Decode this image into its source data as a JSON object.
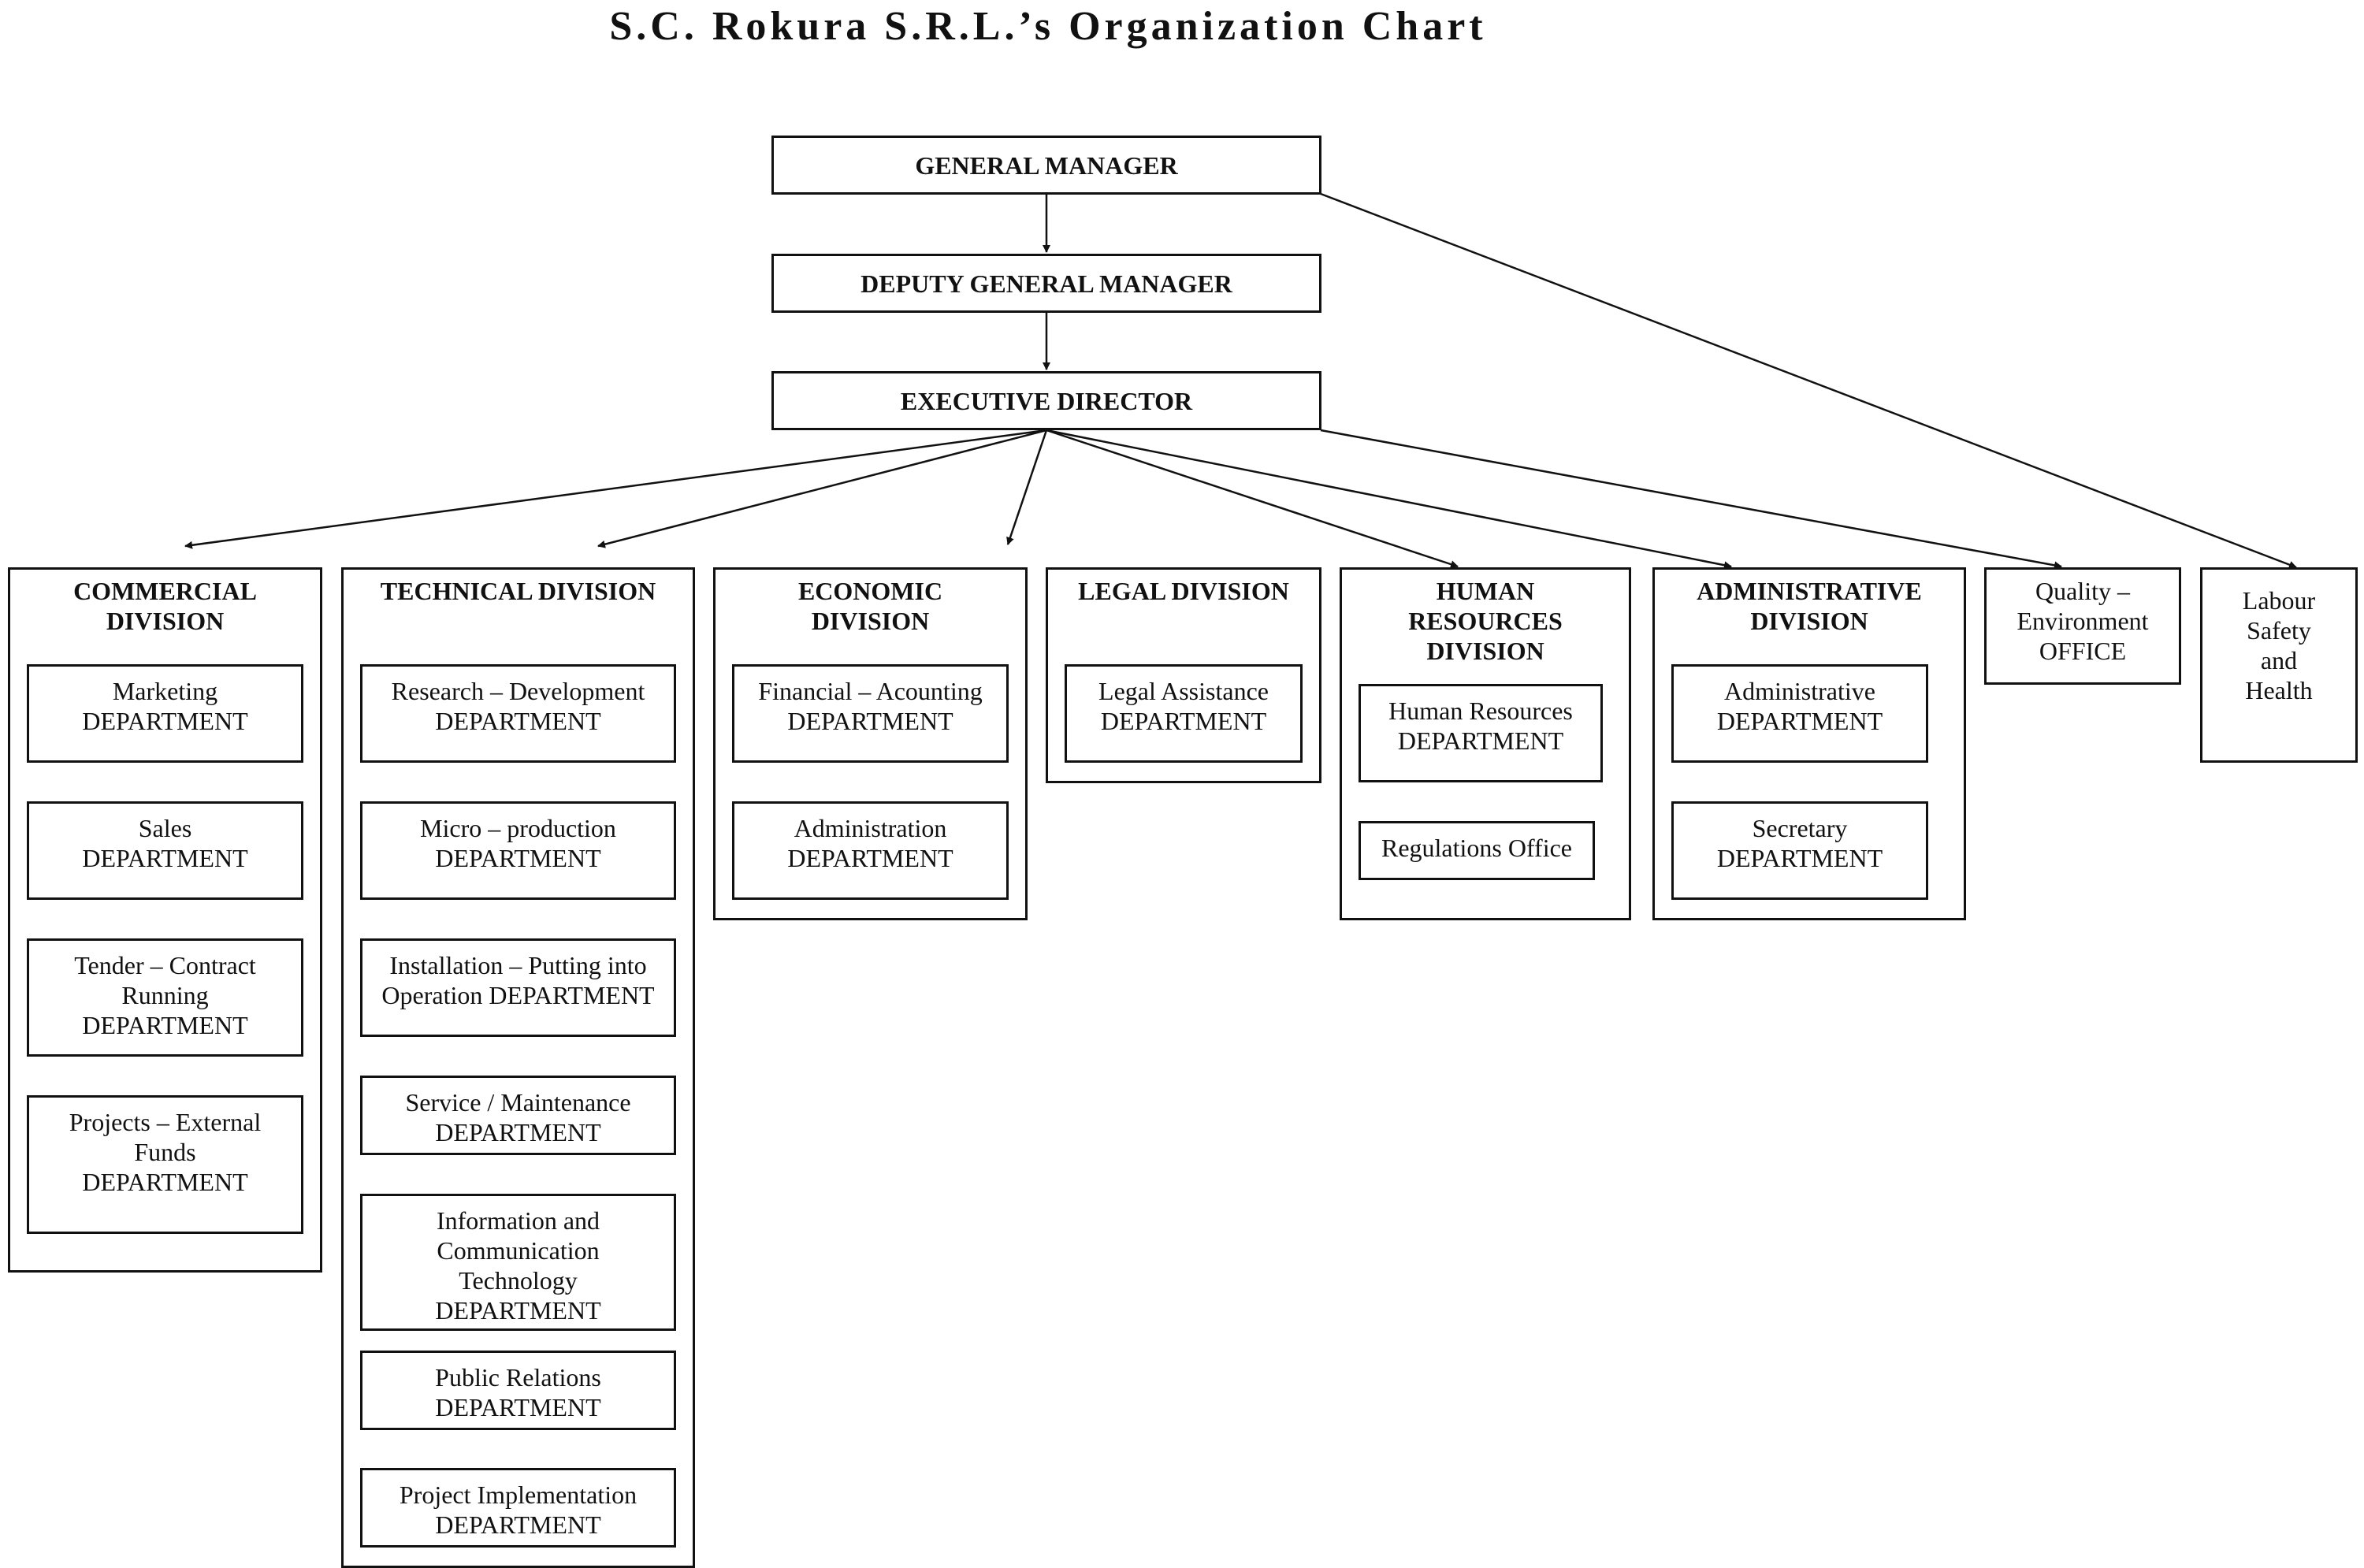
{
  "title": "S.C. Rokura S.R.L.’s Organization Chart",
  "top": {
    "general_manager": "GENERAL MANAGER",
    "deputy_general_manager": "DEPUTY GENERAL MANAGER",
    "executive_director": "EXECUTIVE DIRECTOR"
  },
  "divisions": {
    "commercial": {
      "name": "COMMERCIAL\nDIVISION",
      "departments": [
        "Marketing\nDEPARTMENT",
        "Sales\nDEPARTMENT",
        "Tender – Contract\nRunning\nDEPARTMENT",
        "Projects – External\nFunds\nDEPARTMENT"
      ]
    },
    "technical": {
      "name": "TECHNICAL DIVISION",
      "departments": [
        "Research – Development\nDEPARTMENT",
        "Micro – production\nDEPARTMENT",
        "Installation – Putting into\nOperation DEPARTMENT",
        "Service / Maintenance\nDEPARTMENT",
        "Information and\nCommunication\nTechnology\nDEPARTMENT",
        "Public Relations\nDEPARTMENT",
        "Project Implementation\nDEPARTMENT"
      ]
    },
    "economic": {
      "name": "ECONOMIC\nDIVISION",
      "departments": [
        "Financial – Acounting\nDEPARTMENT",
        "Administration\nDEPARTMENT"
      ]
    },
    "legal": {
      "name": "LEGAL DIVISION",
      "departments": [
        "Legal Assistance\nDEPARTMENT"
      ]
    },
    "human_resources": {
      "name": "HUMAN\nRESOURCES\nDIVISION",
      "departments": [
        "Human Resources\nDEPARTMENT",
        "Regulations Office"
      ]
    },
    "administrative": {
      "name": "ADMINISTRATIVE\nDIVISION",
      "departments": [
        "Administrative\nDEPARTMENT",
        "Secretary\nDEPARTMENT"
      ]
    }
  },
  "offices": {
    "quality": "Quality –\nEnvironment\nOFFICE",
    "labour": "Labour\nSafety\nand\nHealth"
  }
}
